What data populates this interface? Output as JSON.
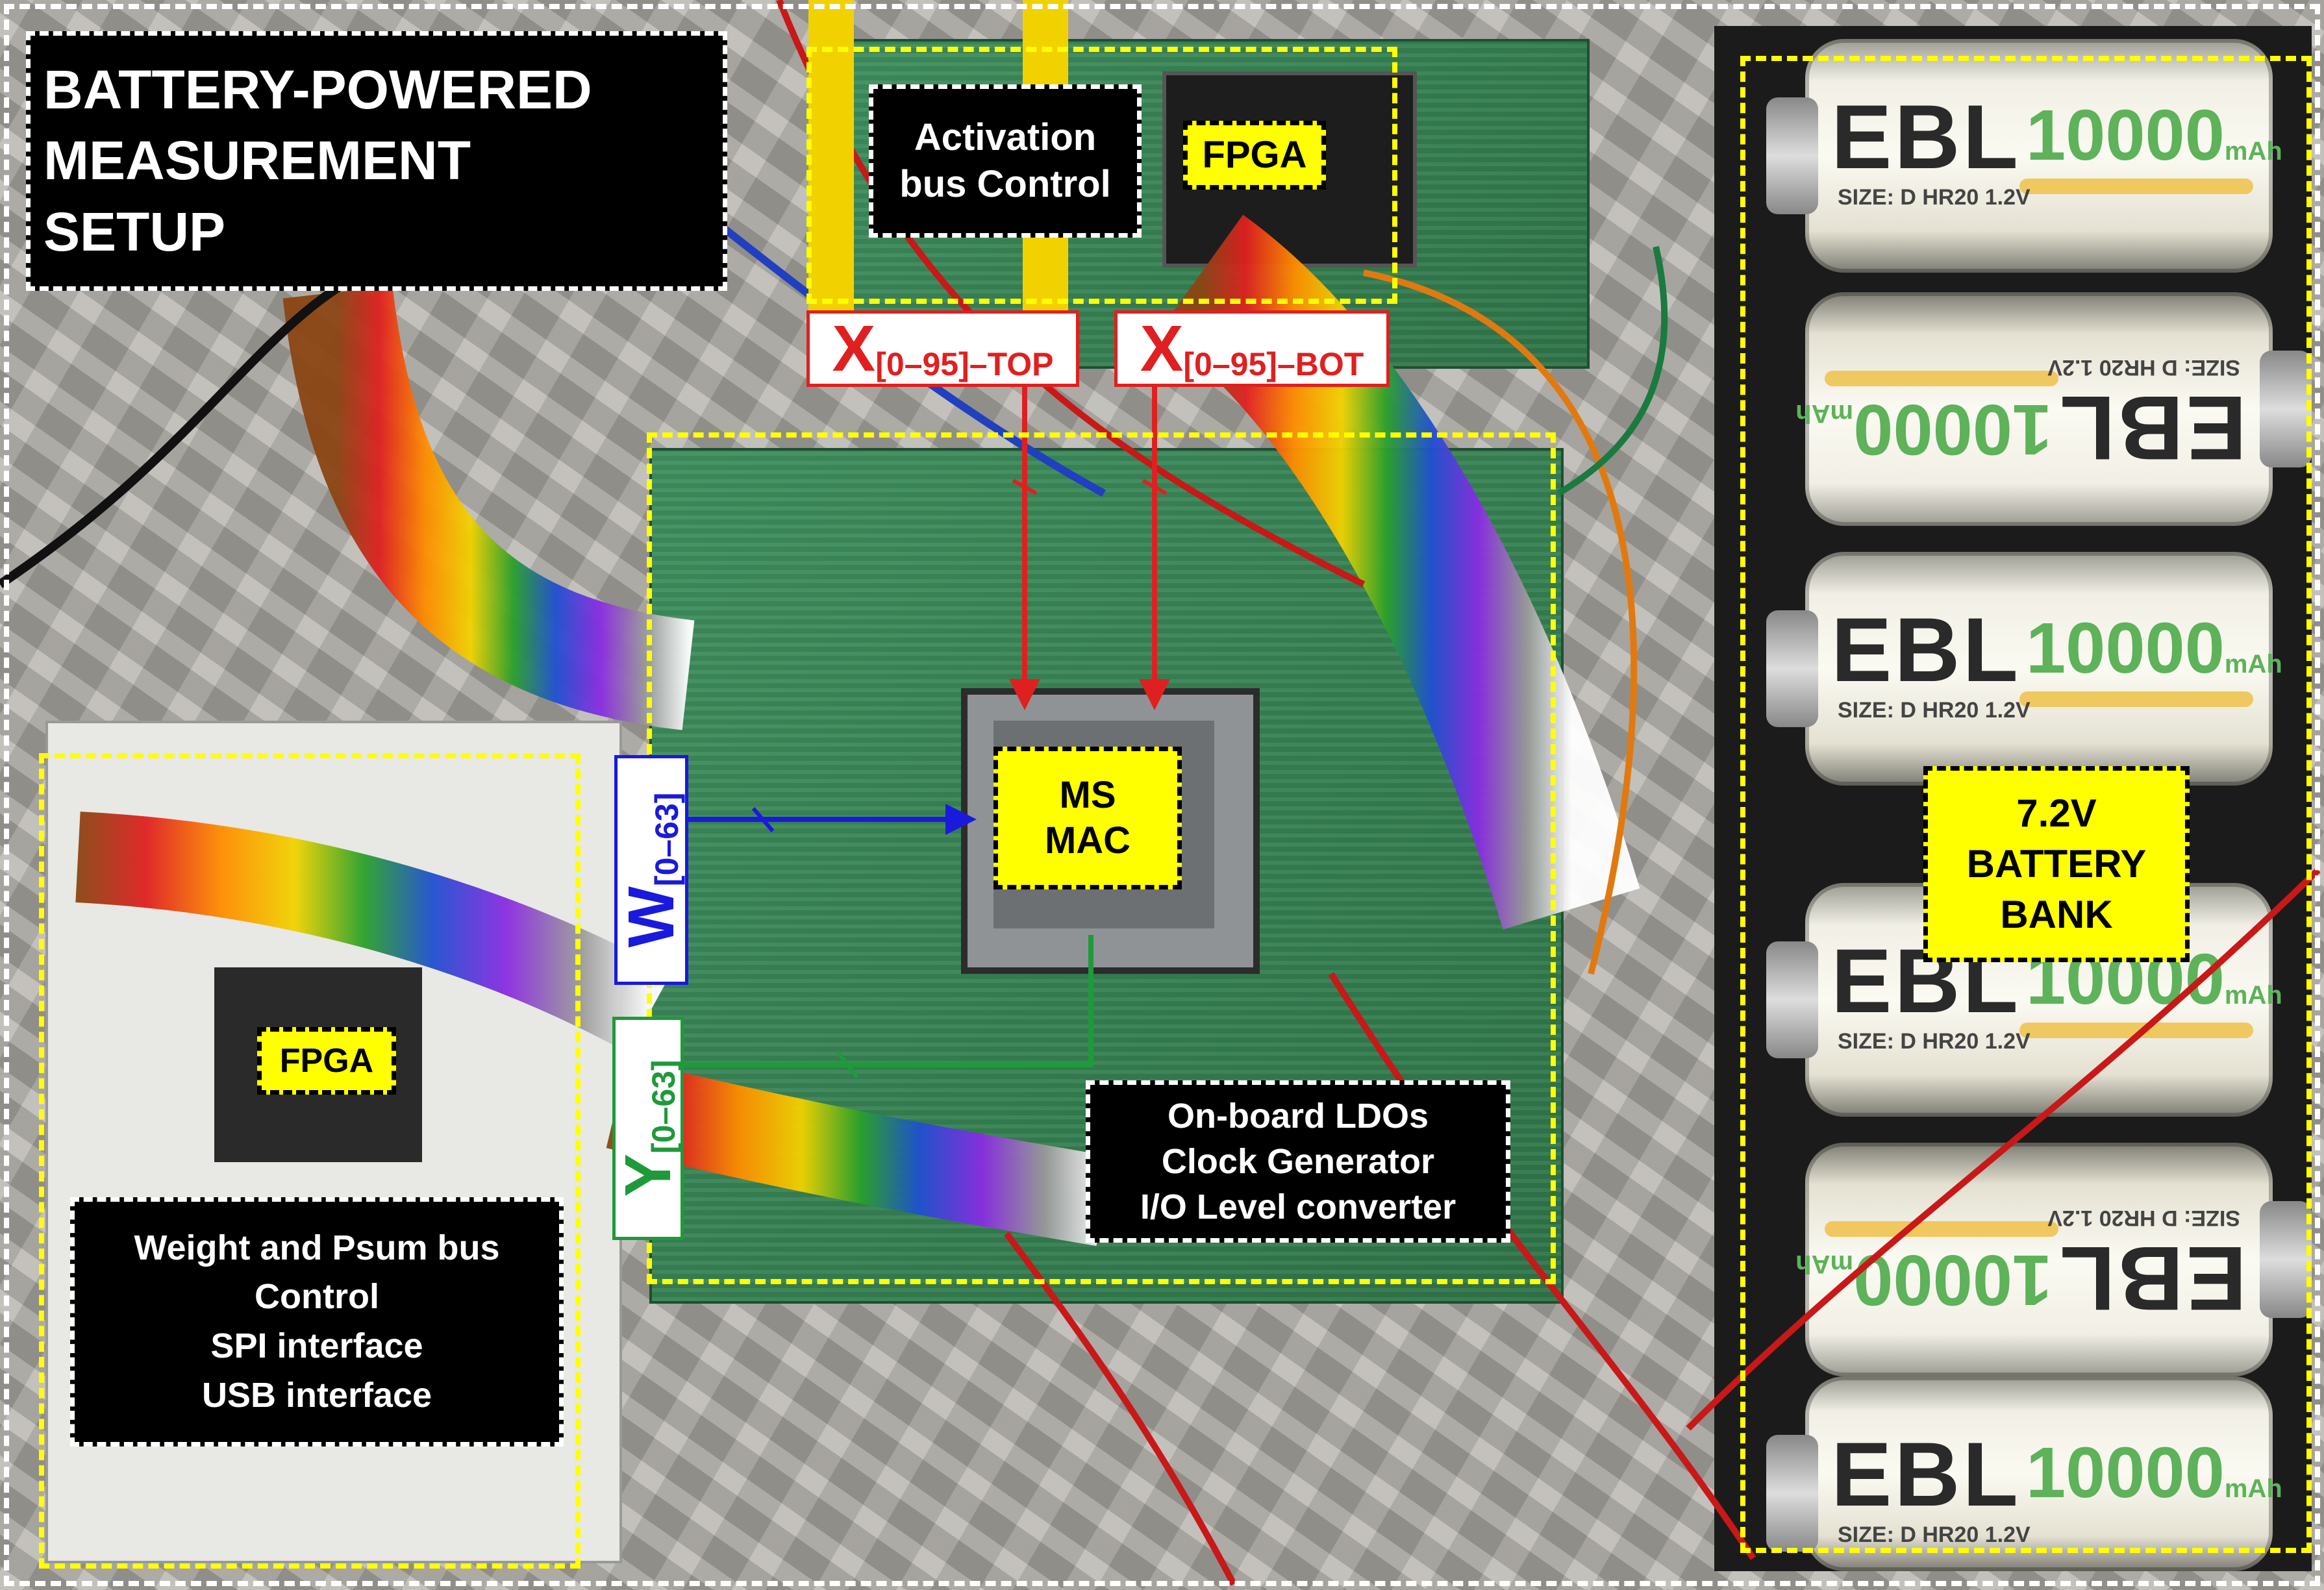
{
  "title_lines": [
    "BATTERY-POWERED",
    "MEASUREMENT",
    "SETUP"
  ],
  "activation": {
    "label_lines": [
      "Activation",
      "bus Control"
    ],
    "fpga_label": "FPGA"
  },
  "x_buses": {
    "top": {
      "main": "X",
      "sub": "[0–95]–TOP",
      "color": "#e02020"
    },
    "bot": {
      "main": "X",
      "sub": "[0–95]–BOT",
      "color": "#e02020"
    }
  },
  "w_bus": {
    "main": "W",
    "sub": "[0–63]",
    "color": "#1a1adc"
  },
  "y_bus": {
    "main": "Y",
    "sub": "[0–63]",
    "color": "#1f9a3a"
  },
  "chip_label_lines": [
    "MS",
    "MAC"
  ],
  "left_fpga_label": "FPGA",
  "weight_control_lines": [
    "Weight and Psum bus",
    "Control",
    "SPI interface",
    "USB interface"
  ],
  "onboard_lines": [
    "On-board LDOs",
    "Clock Generator",
    "I/O Level converter"
  ],
  "battery_bank_lines": [
    "7.2V",
    "BATTERY",
    "BANK"
  ],
  "colors": {
    "region_outline": "#ffff00",
    "frame_outline": "#ffffff",
    "label_bg_black": "#000000",
    "label_bg_yellow": "#ffff00",
    "pcb_green": "#2f7449"
  },
  "battery_prints": {
    "brand": "EBL",
    "capacity": "10000",
    "unit": "mAh",
    "size": "SIZE: D HR20 1.2V"
  }
}
